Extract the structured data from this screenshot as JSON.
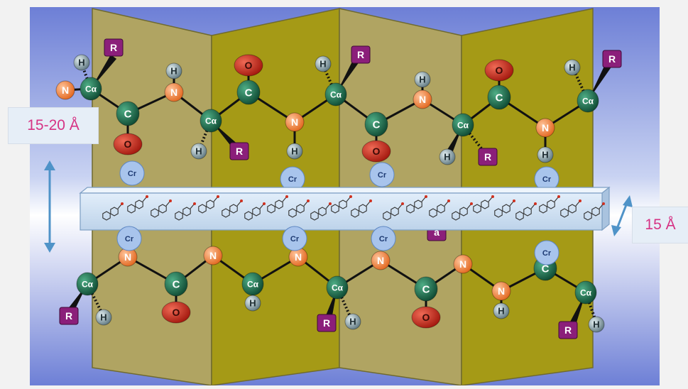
{
  "measurements": {
    "sheet_spacing": "15-20 Å",
    "fibril_width": "15 Å"
  },
  "atom_labels": {
    "nitrogen": "N",
    "carbon": "C",
    "oxygen": "O",
    "hydrogen": "H",
    "alpha_carbon": "Cα",
    "side_chain": "R",
    "chromium": "Cr",
    "partial_side_chain": "a"
  },
  "colors": {
    "background": "#f2f2f2",
    "backdrop_blue": "#6d7fd6",
    "sheet_light": "#b0a462",
    "sheet_dark": "#a59a16",
    "carbon_green": "#1e6b4a",
    "nitrogen_orange": "#f0833a",
    "oxygen_red": "#d0301f",
    "hydrogen_gray": "#8fa6ae",
    "side_chain_purple": "#8b1f7a",
    "chromium_blue": "#a8c4ec",
    "fibril_bar": "#cde0f2",
    "label_text": "#d63384",
    "arrow_blue": "#4f93c8"
  }
}
